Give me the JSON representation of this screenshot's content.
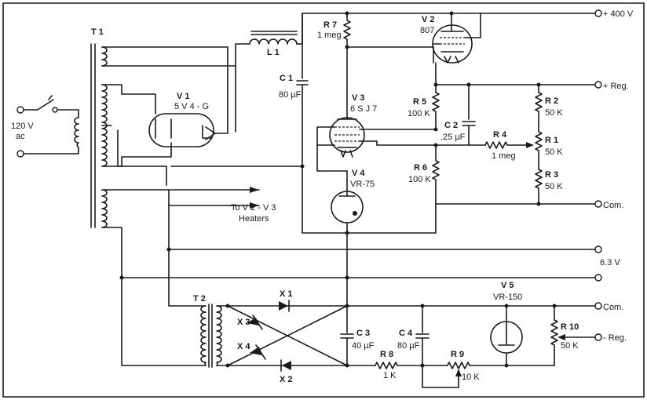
{
  "terminals": {
    "plus400": "+ 400 V",
    "plus_reg": "+ Reg.",
    "com_top": "Com.",
    "v63": "6.3 V",
    "com_bottom": "Com.",
    "minus_reg": "- Reg."
  },
  "input": {
    "line1": "120 V",
    "line2": "ac"
  },
  "heaters_note": {
    "line1": "To V 2 - V 3",
    "line2": "Heaters"
  },
  "components": {
    "t1": "T 1",
    "t2": "T 2",
    "l1": "L 1",
    "v1": {
      "ref": "V 1",
      "type": "5 V 4 - G"
    },
    "v2": {
      "ref": "V 2",
      "type": "807"
    },
    "v3": {
      "ref": "V 3",
      "type": "6 S J 7"
    },
    "v4": {
      "ref": "V 4",
      "type": "VR-75"
    },
    "v5": {
      "ref": "V 5",
      "type": "VR-150"
    },
    "c1": {
      "ref": "C 1",
      "value": "80 µF"
    },
    "c2": {
      "ref": "C 2",
      "value": ".25 µF"
    },
    "c3": {
      "ref": "C 3",
      "value": "40 µF"
    },
    "c4": {
      "ref": "C 4",
      "value": "80 µF"
    },
    "r1": {
      "ref": "R 1",
      "value": "50 K"
    },
    "r2": {
      "ref": "R 2",
      "value": "50 K"
    },
    "r3": {
      "ref": "R 3",
      "value": "50 K"
    },
    "r4": {
      "ref": "R 4",
      "value": "1 meg"
    },
    "r5": {
      "ref": "R 5",
      "value": "100 K"
    },
    "r6": {
      "ref": "R 6",
      "value": "100 K"
    },
    "r7": {
      "ref": "R 7",
      "value": "1 meg"
    },
    "r8": {
      "ref": "R 8",
      "value": "1 K"
    },
    "r9": {
      "ref": "R 9",
      "value": "10 K"
    },
    "r10": {
      "ref": "R 10",
      "value": "50 K"
    },
    "x1": "X 1",
    "x2": "X 2",
    "x3": "X 3",
    "x4": "X 4"
  }
}
